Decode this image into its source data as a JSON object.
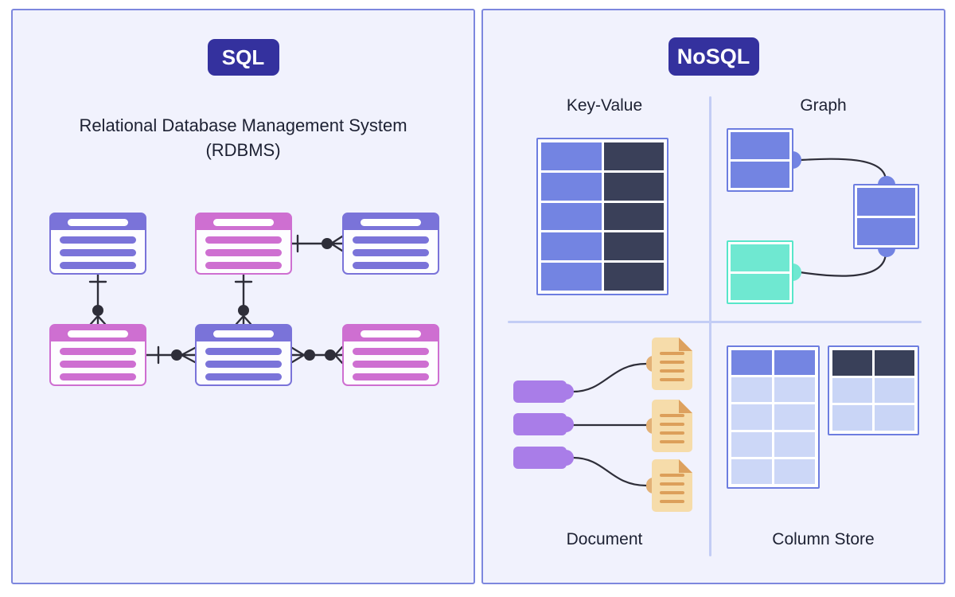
{
  "sql_panel": {
    "badge_label": "SQL",
    "title_line1": "Relational Database Management System",
    "title_line2": "(RDBMS)",
    "er_diagram": {
      "tables": [
        {
          "position": "top-left",
          "color": "blue"
        },
        {
          "position": "top-center",
          "color": "pink"
        },
        {
          "position": "top-right",
          "color": "blue"
        },
        {
          "position": "bottom-left",
          "color": "pink"
        },
        {
          "position": "bottom-center",
          "color": "blue"
        },
        {
          "position": "bottom-right",
          "color": "pink"
        }
      ],
      "relationships": [
        {
          "from": "top-center",
          "to": "top-right",
          "notation": "one-to-many"
        },
        {
          "from": "top-left",
          "to": "bottom-left",
          "notation": "one-to-many"
        },
        {
          "from": "top-center",
          "to": "bottom-center",
          "notation": "one-to-many"
        },
        {
          "from": "bottom-left",
          "to": "bottom-center",
          "notation": "one-to-many"
        },
        {
          "from": "bottom-center",
          "to": "bottom-right",
          "notation": "many-to-many"
        }
      ]
    }
  },
  "nosql_panel": {
    "badge_label": "NoSQL",
    "quadrants": [
      {
        "label": "Key-Value",
        "icon": "key-value-table-icon"
      },
      {
        "label": "Graph",
        "icon": "graph-nodes-icon"
      },
      {
        "label": "Document",
        "icon": "document-files-icon"
      },
      {
        "label": "Column Store",
        "icon": "column-store-tables-icon"
      }
    ]
  },
  "colors": {
    "panel_background": "#f1f2fd",
    "panel_border": "#7d87de",
    "badge_background": "#34319e",
    "badge_text": "#ffffff",
    "heading_text": "#1d2133",
    "sql_blue": "#7a73d9",
    "sql_pink": "#ce6fd1",
    "nosql_blue": "#7384e2",
    "dark_navy": "#3a4059",
    "teal": "#6fe8d1",
    "purple": "#a97de8",
    "document_tan": "#f6dcaa",
    "document_accent": "#dda15f",
    "light_cell": "#ccd7f7",
    "divider": "#c3cdf5",
    "connector": "#2e2e39"
  }
}
